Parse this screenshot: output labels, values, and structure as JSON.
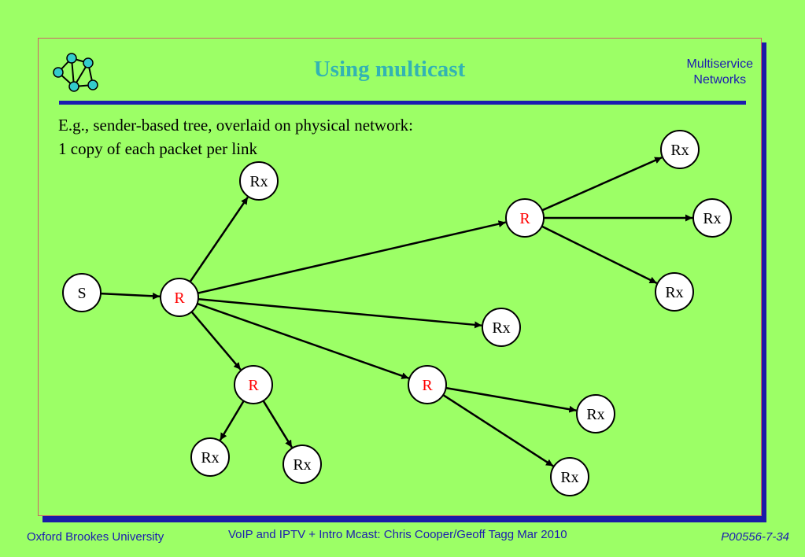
{
  "slide": {
    "title": "Using multicast",
    "brand_line1": "Multiservice",
    "brand_line2": "Networks",
    "intro_line1": "E.g., sender-based tree, overlaid on physical network:",
    "intro_line2": "1 copy of each packet per link"
  },
  "footer": {
    "left": "Oxford Brookes University",
    "center": "VoIP and IPTV + Intro Mcast:  Chris Cooper/Geoff Tagg  Mar 2010",
    "right": "P00556-7-34"
  },
  "colors": {
    "background": "#9cff66",
    "title": "#33b3b3",
    "accent_blue": "#1c1cb0",
    "router_label": "#ff0000",
    "logo_node": "#33cccc"
  },
  "logo": {
    "icon": "network-graph-icon"
  },
  "diagram": {
    "nodes": [
      {
        "id": "s",
        "label": "S",
        "kind": "sender"
      },
      {
        "id": "r1",
        "label": "R",
        "kind": "router"
      },
      {
        "id": "rx1",
        "label": "Rx",
        "kind": "receiver"
      },
      {
        "id": "r2",
        "label": "R",
        "kind": "router"
      },
      {
        "id": "rx2",
        "label": "Rx",
        "kind": "receiver"
      },
      {
        "id": "rx3",
        "label": "Rx",
        "kind": "receiver"
      },
      {
        "id": "rx4",
        "label": "Rx",
        "kind": "receiver"
      },
      {
        "id": "rx5",
        "label": "Rx",
        "kind": "receiver"
      },
      {
        "id": "r3",
        "label": "R",
        "kind": "router"
      },
      {
        "id": "rx6",
        "label": "Rx",
        "kind": "receiver"
      },
      {
        "id": "rx7",
        "label": "Rx",
        "kind": "receiver"
      },
      {
        "id": "r4",
        "label": "R",
        "kind": "router"
      },
      {
        "id": "rx8",
        "label": "Rx",
        "kind": "receiver"
      },
      {
        "id": "rx9",
        "label": "Rx",
        "kind": "receiver"
      }
    ],
    "edges": [
      {
        "from": "s",
        "to": "r1"
      },
      {
        "from": "r1",
        "to": "rx1"
      },
      {
        "from": "r1",
        "to": "r2"
      },
      {
        "from": "r1",
        "to": "rx5"
      },
      {
        "from": "r1",
        "to": "r3"
      },
      {
        "from": "r1",
        "to": "r4"
      },
      {
        "from": "r2",
        "to": "rx2"
      },
      {
        "from": "r2",
        "to": "rx3"
      },
      {
        "from": "r2",
        "to": "rx4"
      },
      {
        "from": "r3",
        "to": "rx6"
      },
      {
        "from": "r3",
        "to": "rx7"
      },
      {
        "from": "r4",
        "to": "rx8"
      },
      {
        "from": "r4",
        "to": "rx9"
      }
    ]
  }
}
